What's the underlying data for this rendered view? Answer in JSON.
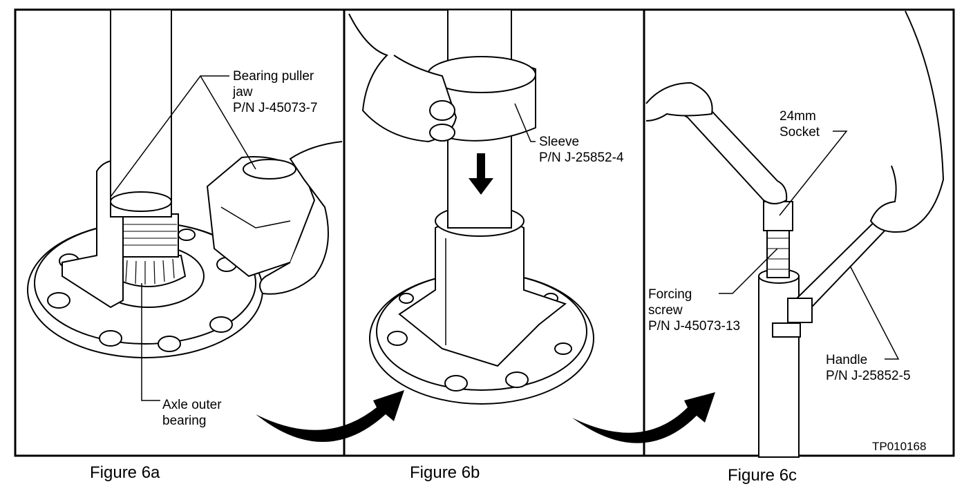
{
  "figures": [
    {
      "caption": "Figure 6a",
      "labels": {
        "bearing_puller_jaw": [
          "Bearing puller",
          "jaw",
          "P/N J-45073-7"
        ],
        "axle_outer_bearing": [
          "Axle outer",
          "bearing"
        ]
      }
    },
    {
      "caption": "Figure 6b",
      "labels": {
        "sleeve": [
          "Sleeve",
          "P/N J-25852-4"
        ]
      }
    },
    {
      "caption": "Figure 6c",
      "labels": {
        "socket": [
          "24mm",
          "Socket"
        ],
        "forcing_screw": [
          "Forcing",
          "screw",
          "P/N J-45073-13"
        ],
        "handle": [
          "Handle",
          "P/N J-25852-5"
        ]
      },
      "drawing_code": "TP010168"
    }
  ]
}
